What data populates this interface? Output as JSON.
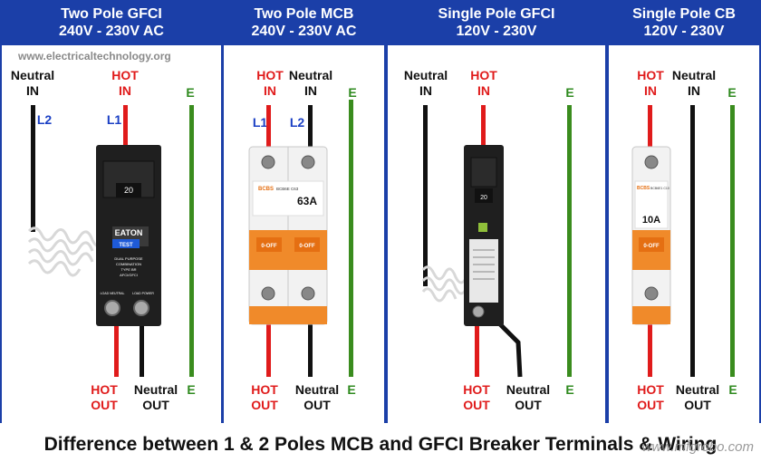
{
  "watermark": "www.electricaltechnology.org",
  "footer": {
    "title": "Difference between 1 & 2 Poles MCB and GFCI Breaker Terminals & Wiring",
    "watermark": "www.mfgrobo.com"
  },
  "panels": [
    {
      "title": "Two Pole GFCI",
      "subtitle": "240V - 230V AC",
      "top_labels": {
        "neutral": "Neutral",
        "neutral_sub": "IN",
        "hot": "HOT",
        "hot_sub": "IN",
        "earth": "E",
        "l1": "L1",
        "l2": "L2"
      },
      "bottom_labels": {
        "hot": "HOT",
        "hot_sub": "OUT",
        "neutral": "Neutral",
        "neutral_sub": "OUT",
        "earth": "E"
      },
      "device": {
        "rating": "20",
        "brand": "EATON",
        "button": "TEST",
        "desc1": "DUAL PURPOSE",
        "desc2": "COMBINATION",
        "desc3": "TYPE BR",
        "desc4": "AFCI/GFCI",
        "term1": "LOAD NEUTRAL",
        "term2": "LOAD POWER"
      }
    },
    {
      "title": "Two Pole MCB",
      "subtitle": "240V - 230V AC",
      "top_labels": {
        "hot": "HOT",
        "hot_sub": "IN",
        "neutral": "Neutral",
        "neutral_sub": "IN",
        "earth": "E",
        "l1": "L1",
        "l2": "L2"
      },
      "bottom_labels": {
        "hot": "HOT",
        "hot_sub": "OUT",
        "neutral": "Neutral",
        "neutral_sub": "OUT",
        "earth": "E"
      },
      "device": {
        "brand": "BCBS",
        "model": "BCB6E C63",
        "rating": "63A",
        "switch1": "0-OFF",
        "switch2": "0-OFF"
      }
    },
    {
      "title": "Single Pole GFCI",
      "subtitle": "120V - 230V",
      "top_labels": {
        "neutral": "Neutral",
        "neutral_sub": "IN",
        "hot": "HOT",
        "hot_sub": "IN",
        "earth": "E"
      },
      "bottom_labels": {
        "hot": "HOT",
        "hot_sub": "OUT",
        "neutral": "Neutral",
        "neutral_sub": "OUT",
        "earth": "E"
      },
      "device": {
        "rating": "20"
      }
    },
    {
      "title": "Single Pole CB",
      "subtitle": "120V - 230V",
      "top_labels": {
        "hot": "HOT",
        "hot_sub": "IN",
        "neutral": "Neutral",
        "neutral_sub": "IN",
        "earth": "E"
      },
      "bottom_labels": {
        "hot": "HOT",
        "hot_sub": "OUT",
        "neutral": "Neutral",
        "neutral_sub": "OUT",
        "earth": "E"
      },
      "device": {
        "brand": "BCBS",
        "model": "BCB6E1 C10",
        "rating": "10A",
        "switch": "0-OFF"
      }
    }
  ]
}
